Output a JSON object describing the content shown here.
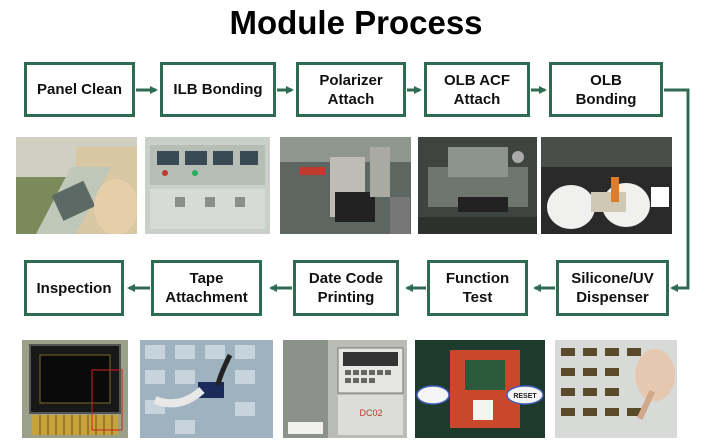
{
  "title": "Module Process",
  "steps_row1": [
    {
      "label": "Panel Clean"
    },
    {
      "label": "ILB Bonding"
    },
    {
      "label": "Polarizer\nAttach"
    },
    {
      "label": "OLB ACF\nAttach"
    },
    {
      "label": "OLB\nBonding"
    }
  ],
  "steps_row2": [
    {
      "label": "Inspection"
    },
    {
      "label": "Tape\nAttachment"
    },
    {
      "label": "Date Code\nPrinting"
    },
    {
      "label": "Function\nTest"
    },
    {
      "label": "Silicone/UV\nDispenser"
    }
  ],
  "photo_texts": {
    "printer_model": "DC02",
    "button_label": "RESET"
  },
  "colors": {
    "box_border": "#2f6b52",
    "arrow": "#2f6b52"
  }
}
